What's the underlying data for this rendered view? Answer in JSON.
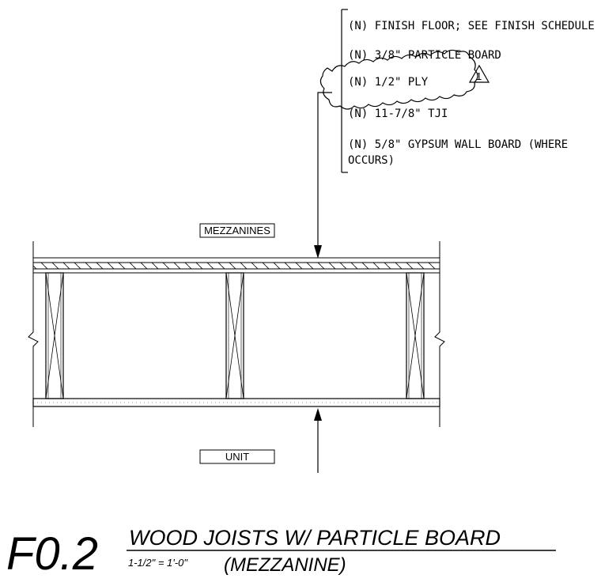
{
  "notes": [
    "(N) FINISH FLOOR; SEE FINISH SCHEDULE",
    "(N) 3/8\" PARTICLE BOARD",
    "(N) 1/2\" PLY",
    "(N) 11-7/8\" TJI",
    "(N) 5/8\" GYPSUM WALL BOARD (WHERE",
    "OCCURS)"
  ],
  "revision_mark": "1",
  "labels": {
    "upper": "MEZZANINES",
    "lower": "UNIT"
  },
  "title": {
    "number": "F0.2",
    "line1": "WOOD JOISTS W/ PARTICLE BOARD",
    "line2": "(MEZZANINE)",
    "scale": "1-1/2\" = 1'-0\""
  }
}
